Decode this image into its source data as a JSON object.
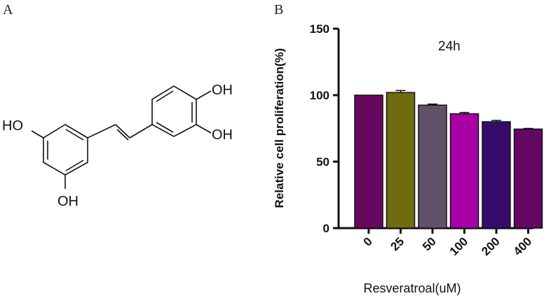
{
  "panels": {
    "a_label": "A",
    "b_label": "B"
  },
  "molecule": {
    "oh_labels": [
      "HO",
      "OH",
      "OH",
      "OH"
    ]
  },
  "chart_data": {
    "type": "bar",
    "annotation": "24h",
    "xlabel": "Resveratroal(uM)",
    "ylabel": "Relative cell proliferation(%)",
    "ylim": [
      0,
      150
    ],
    "yticks": [
      0,
      50,
      100,
      150
    ],
    "categories": [
      "0",
      "25",
      "50",
      "100",
      "200",
      "400"
    ],
    "values": [
      100,
      102,
      92.5,
      86,
      80,
      74.5
    ],
    "errors": [
      0,
      1.5,
      0.8,
      1,
      1,
      0.5
    ],
    "colors": [
      "#66085f",
      "#6f6c10",
      "#62506a",
      "#a900a6",
      "#360c6a",
      "#640663"
    ],
    "grid": false
  }
}
